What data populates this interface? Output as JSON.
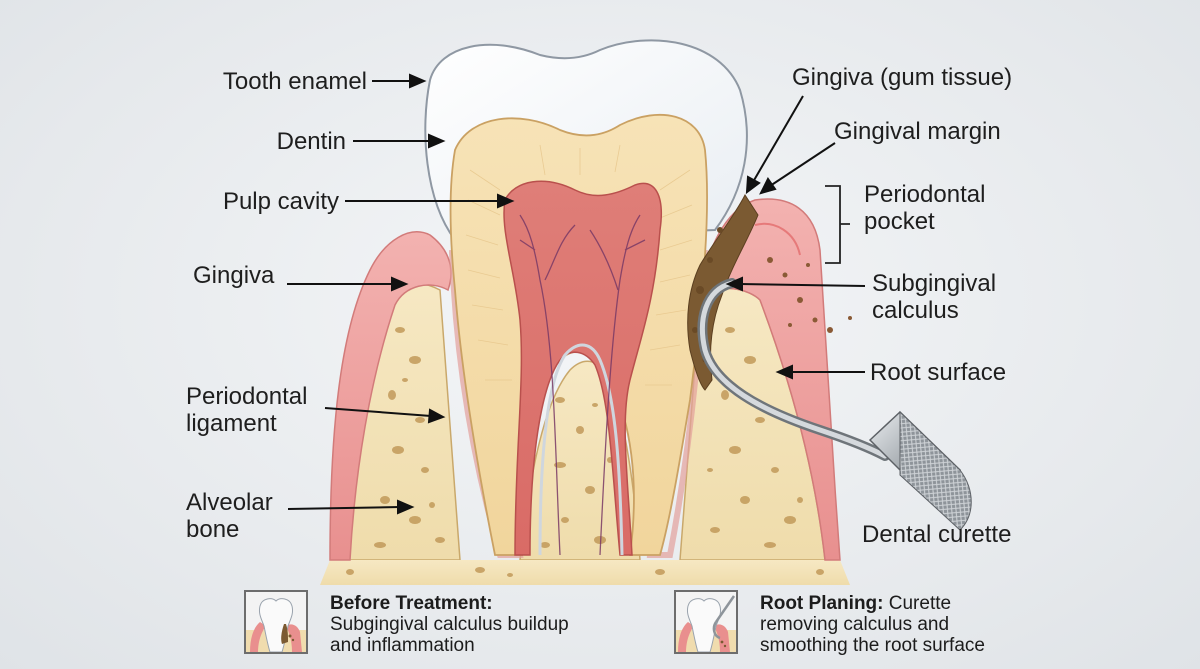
{
  "labels": {
    "tooth_enamel": "Tooth enamel",
    "dentin": "Dentin",
    "pulp_cavity": "Pulp cavity",
    "gingiva_left": "Gingiva",
    "periodontal_ligament_line1": "Periodontal",
    "periodontal_ligament_line2": "ligament",
    "alveolar_bone_line1": "Alveolar",
    "alveolar_bone_line2": "bone",
    "gingiva_gum_tissue": "Gingiva (gum tissue)",
    "gingival_margin": "Gingival margin",
    "periodontal_pocket_line1": "Periodontal",
    "periodontal_pocket_line2": "pocket",
    "subgingival_calculus_line1": "Subgingival",
    "subgingival_calculus_line2": "calculus",
    "root_surface": "Root surface",
    "dental_curette": "Dental curette"
  },
  "captions": {
    "before": {
      "title": "Before Treatment:",
      "line1": "Subgingival calculus buildup",
      "line2": "and inflammation"
    },
    "after": {
      "title": "Root Planing:",
      "title_rest": " Curette",
      "line1": "removing calculus and",
      "line2": "smoothing the root surface"
    }
  },
  "colors": {
    "background": "#e9ecef",
    "enamel": "#ffffff",
    "dentin": "#f5deb0",
    "pulp": "#d9706c",
    "gingiva": "#f0a7a6",
    "bone": "#f3e3b8",
    "calculus": "#7b5a32",
    "curette": "#9aa0a6"
  }
}
